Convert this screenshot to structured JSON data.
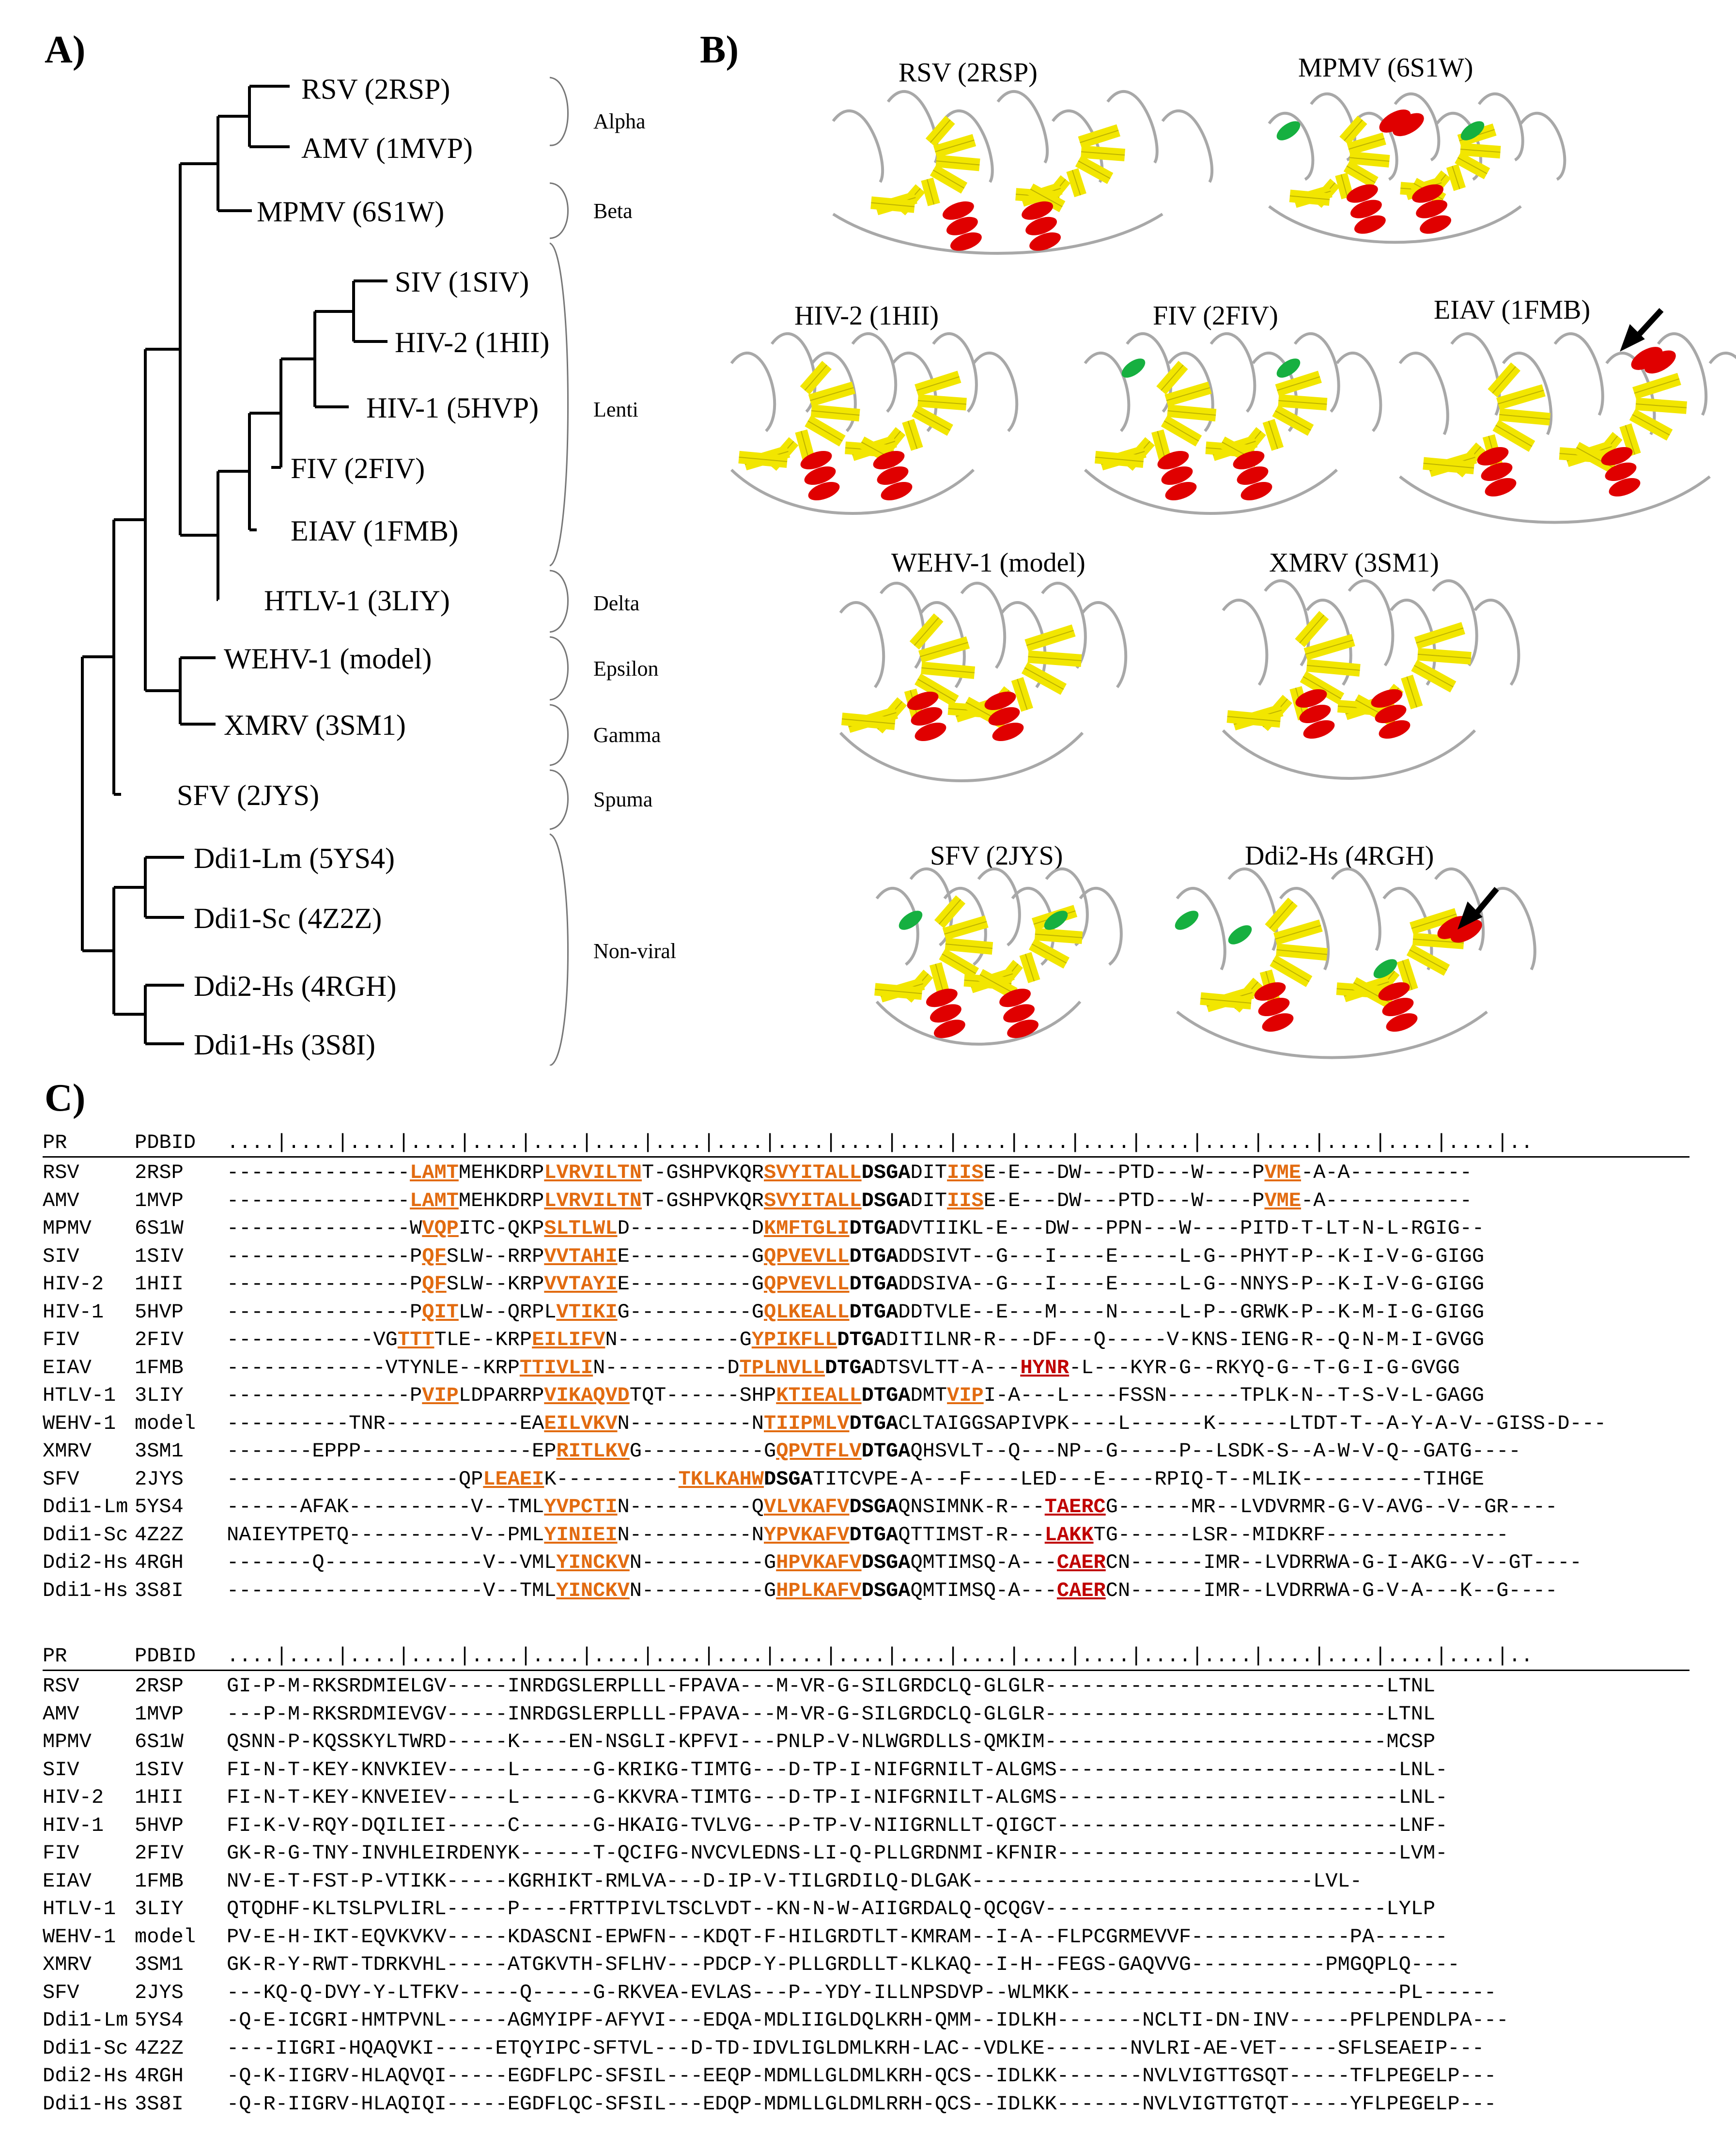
{
  "panels": {
    "a": "A)",
    "b": "B)",
    "c": "C)"
  },
  "tree": {
    "leaves": [
      "RSV (2RSP)",
      "AMV (1MVP)",
      "MPMV (6S1W)",
      "SIV (1SIV)",
      "HIV-2 (1HII)",
      "HIV-1 (5HVP)",
      "FIV (2FIV)",
      "EIAV (1FMB)",
      "HTLV-1 (3LIY)",
      "WEHV-1 (model)",
      "XMRV (3SM1)",
      "SFV (2JYS)",
      "Ddi1-Lm (5YS4)",
      "Ddi1-Sc (4Z2Z)",
      "Ddi2-Hs (4RGH)",
      "Ddi1-Hs (3S8I)"
    ],
    "groups": [
      "Alpha",
      "Beta",
      "Lenti",
      "Delta",
      "Epsilon",
      "Gamma",
      "Spuma",
      "Non-viral"
    ]
  },
  "structures": [
    "RSV (2RSP)",
    "MPMV (6S1W)",
    "HIV-2 (1HII)",
    "FIV (2FIV)",
    "EIAV (1FMB)",
    "WEHV-1 (model)",
    "XMRV (3SM1)",
    "SFV (2JYS)",
    "Ddi2-Hs (4RGH)"
  ],
  "colors": {
    "strand": "#F2E600",
    "helix": "#E00000",
    "extra_helix": "#16B040",
    "loop": "#A8A8A8",
    "highlight_orange": "#E26B10",
    "highlight_red": "#C00000",
    "highlight_green": "#00A050"
  },
  "alignment": {
    "header": {
      "pr": "PR",
      "pdbid": "PDBID"
    },
    "ruler": "....|....|....|....|....|....|....|....|....|....|....|....|....|....|....|....|....|....|....|....|....|..",
    "names": [
      "RSV",
      "AMV",
      "MPMV",
      "SIV",
      "HIV-2",
      "HIV-1",
      "FIV",
      "EIAV",
      "HTLV-1",
      "WEHV-1",
      "XMRV",
      "SFV",
      "Ddi1-Lm",
      "Ddi1-Sc",
      "Ddi2-Hs",
      "Ddi1-Hs"
    ],
    "pdb": [
      "2RSP",
      "1MVP",
      "6S1W",
      "1SIV",
      "1HII",
      "5HVP",
      "2FIV",
      "1FMB",
      "3LIY",
      "model",
      "3SM1",
      "2JYS",
      "5YS4",
      "4Z2Z",
      "4RGH",
      "3S8I"
    ],
    "block1": [
      "---------------LAMTMEHKDRPLVRVILTNT-GSHPVKQRSVYITALLDSGADITIISE-E---DW---PTD---W----PVME-A-A----------",
      "---------------LAMTMEHKDRPLVRVILTNT-GSHPVKQRSVYITALLDSGADITIISE-E---DW---PTD---W----PVME-A------------",
      "---------------WVQPITC-QKPSLTLWLD----------DKMFTGLIDTGADVTIIKL-E---DW---PPN---W----PITD-T-LT-N-L-RGIG--",
      "---------------PQFSLW--RRPVVTAHIE----------GQPVEVLLDTGADDSIVT--G---I----E-----L-G--PHYT-P--K-I-V-G-GIGG",
      "---------------PQFSLW--KRPVVTAYIE----------GQPVEVLLDTGADDSIVA--G---I----E-----L-G--NNYS-P--K-I-V-G-GIGG",
      "---------------PQITLW--QRPLVTIKIG----------GQLKEALLDTGADDTVLE--E---M----N-----L-P--GRWK-P--K-M-I-G-GIGG",
      "------------VGTTTTLE--KRPEILIFVN----------GYPIKFLLDTGADITILNR-R---DF---Q-----V-KNS-IENG-R--Q-N-M-I-GVGG",
      "-------------VTYNLE--KRPTTIVLIN----------DTPLNVLLDTGADTSVLTT-A---HYNR-L---KYR-G--RKYQ-G--T-G-I-G-GVGG",
      "---------------PVIPLDPARRPVIKAQVDTQT------SHPKTIEALLDTGADMTVIPI-A---L----FSSN------TPLK-N--T-S-V-L-GAGG",
      "----------TNR-----------EAEILVKVN----------NTIIPMLVDTGACLTAIGGSAPIVPK----L------K------LTDT-T--A-Y-A-V--GISS-D---",
      "-------EPPP--------------EPRITLKVG----------GQPVTFLVDTGAQHSVLT--Q---NP--G-----P--LSDK-S--A-W-V-Q--GATG----",
      "-------------------QPLEAEIK----------TKLKAHWDSGATITCVPE-A---F----LED---E----RPIQ-T--MLIK----------TIHGE",
      "------AFAK----------V--TMLYVPCTIN----------QVLVKAFVDSGAQNSIMNK-R---TAERCG------MR--LVDVRMR-G-V-AVG--V--GR----",
      "NAIEYTPETQ----------V--PMLYINIEIN----------NYPVKAFVDTGAQTTIMST-R---LAKKTG------LSR--MIDKRF---------------",
      "-------Q-------------V--VMLYINCKVN----------GHPVKAFVDSGAQMTIMSQ-A---CAERCN------IMR--LVDRRWA-G-I-AKG--V--GT----",
      "---------------------V--TMLYINCKVN----------GHPLKAFVDSGAQMTIMSQ-A---CAERCN------IMR--LVDRRWA-G-V-A---K--G----"
    ],
    "block2": [
      "GI-P-M-RKSRDMIELGV-----INRDGSLERPLLL-FPAVA---M-VR-G-SILGRDCLQ-GLGLR----------------------------LTNL",
      "---P-M-RKSRDMIEVGV-----INRDGSLERPLLL-FPAVA---M-VR-G-SILGRDCLQ-GLGLR----------------------------LTNL",
      "QSNN-P-KQSSKYLTWRD-----K----EN-NSGLI-KPFVI---PNLP-V-NLWGRDLLS-QMKIM----------------------------MCSP",
      "FI-N-T-KEY-KNVKIEV-----L------G-KRIKG-TIMTG---D-TP-I-NIFGRNILT-ALGMS----------------------------LNL-",
      "FI-N-T-KEY-KNVEIEV-----L------G-KKVRA-TIMTG---D-TP-I-NIFGRNILT-ALGMS----------------------------LNL-",
      "FI-K-V-RQY-DQILIEI-----C------G-HKAIG-TVLVG---P-TP-V-NIIGRNLLT-QIGCT----------------------------LNF-",
      "GK-R-G-TNY-INVHLEIRDENYK------T-QCIFG-NVCVLEDNS-LI-Q-PLLGRDNMI-KFNIR----------------------------LVM-",
      "NV-E-T-FST-P-VTIKK-----KGRHIKT-RMLVA---D-IP-V-TILGRDILQ-DLGAK----------------------------LVL-",
      "QTQDHF-KLTSLPVLIRL-----P----FRTTPIVLTSCLVDT--KN-N-W-AIIGRDALQ-QCQGV----------------------------LYLP",
      "PV-E-H-IKT-EQVKVKV-----KDASCNI-EPWFN---KDQT-F-HILGRDTLT-KMRAM--I-A--FLPCGRMEVVF-------------PA------",
      "GK-R-Y-RWT-TDRKVHL-----ATGKVTH-SFLHV---PDCP-Y-PLLGRDLLT-KLKAQ--I-H--FEGS-GAQVVG-----------PMGQPLQ----",
      "---KQ-Q-DVY-Y-LTFKV-----Q-----G-RKVEA-EVLAS---P--YDY-ILLNPSDVP--WLMKK---------------------------PL------",
      "-Q-E-ICGRI-HMTPVNL-----AGMYIPF-AFYVI---EDQA-MDLIIGLDQLKRH-QMM--IDLKH-------NCLTI-DN-INV-----PFLPENDLPA---",
      "----IIGRI-HQAQVKI-----ETQYIPC-SFTVL---D-TD-IDVLIGLDMLKRH-LAC--VDLKE-------NVLRI-AE-VET-----SFLSEAEIP---",
      "-Q-K-IIGRV-HLAQVQI-----EGDFLPC-SFSIL---EEQP-MDMLLGLDMLKRH-QCS--IDLKK-------NVLVIGTTGSQT-----TFLPEGELP---",
      "-Q-R-IIGRV-HLAQIQI-----EGDFLQC-SFSIL---EDQP-MDMLLGLDMLRRH-QCS--IDLKK-------NVLVIGTTGTQT-----YFLPEGELP---"
    ]
  }
}
